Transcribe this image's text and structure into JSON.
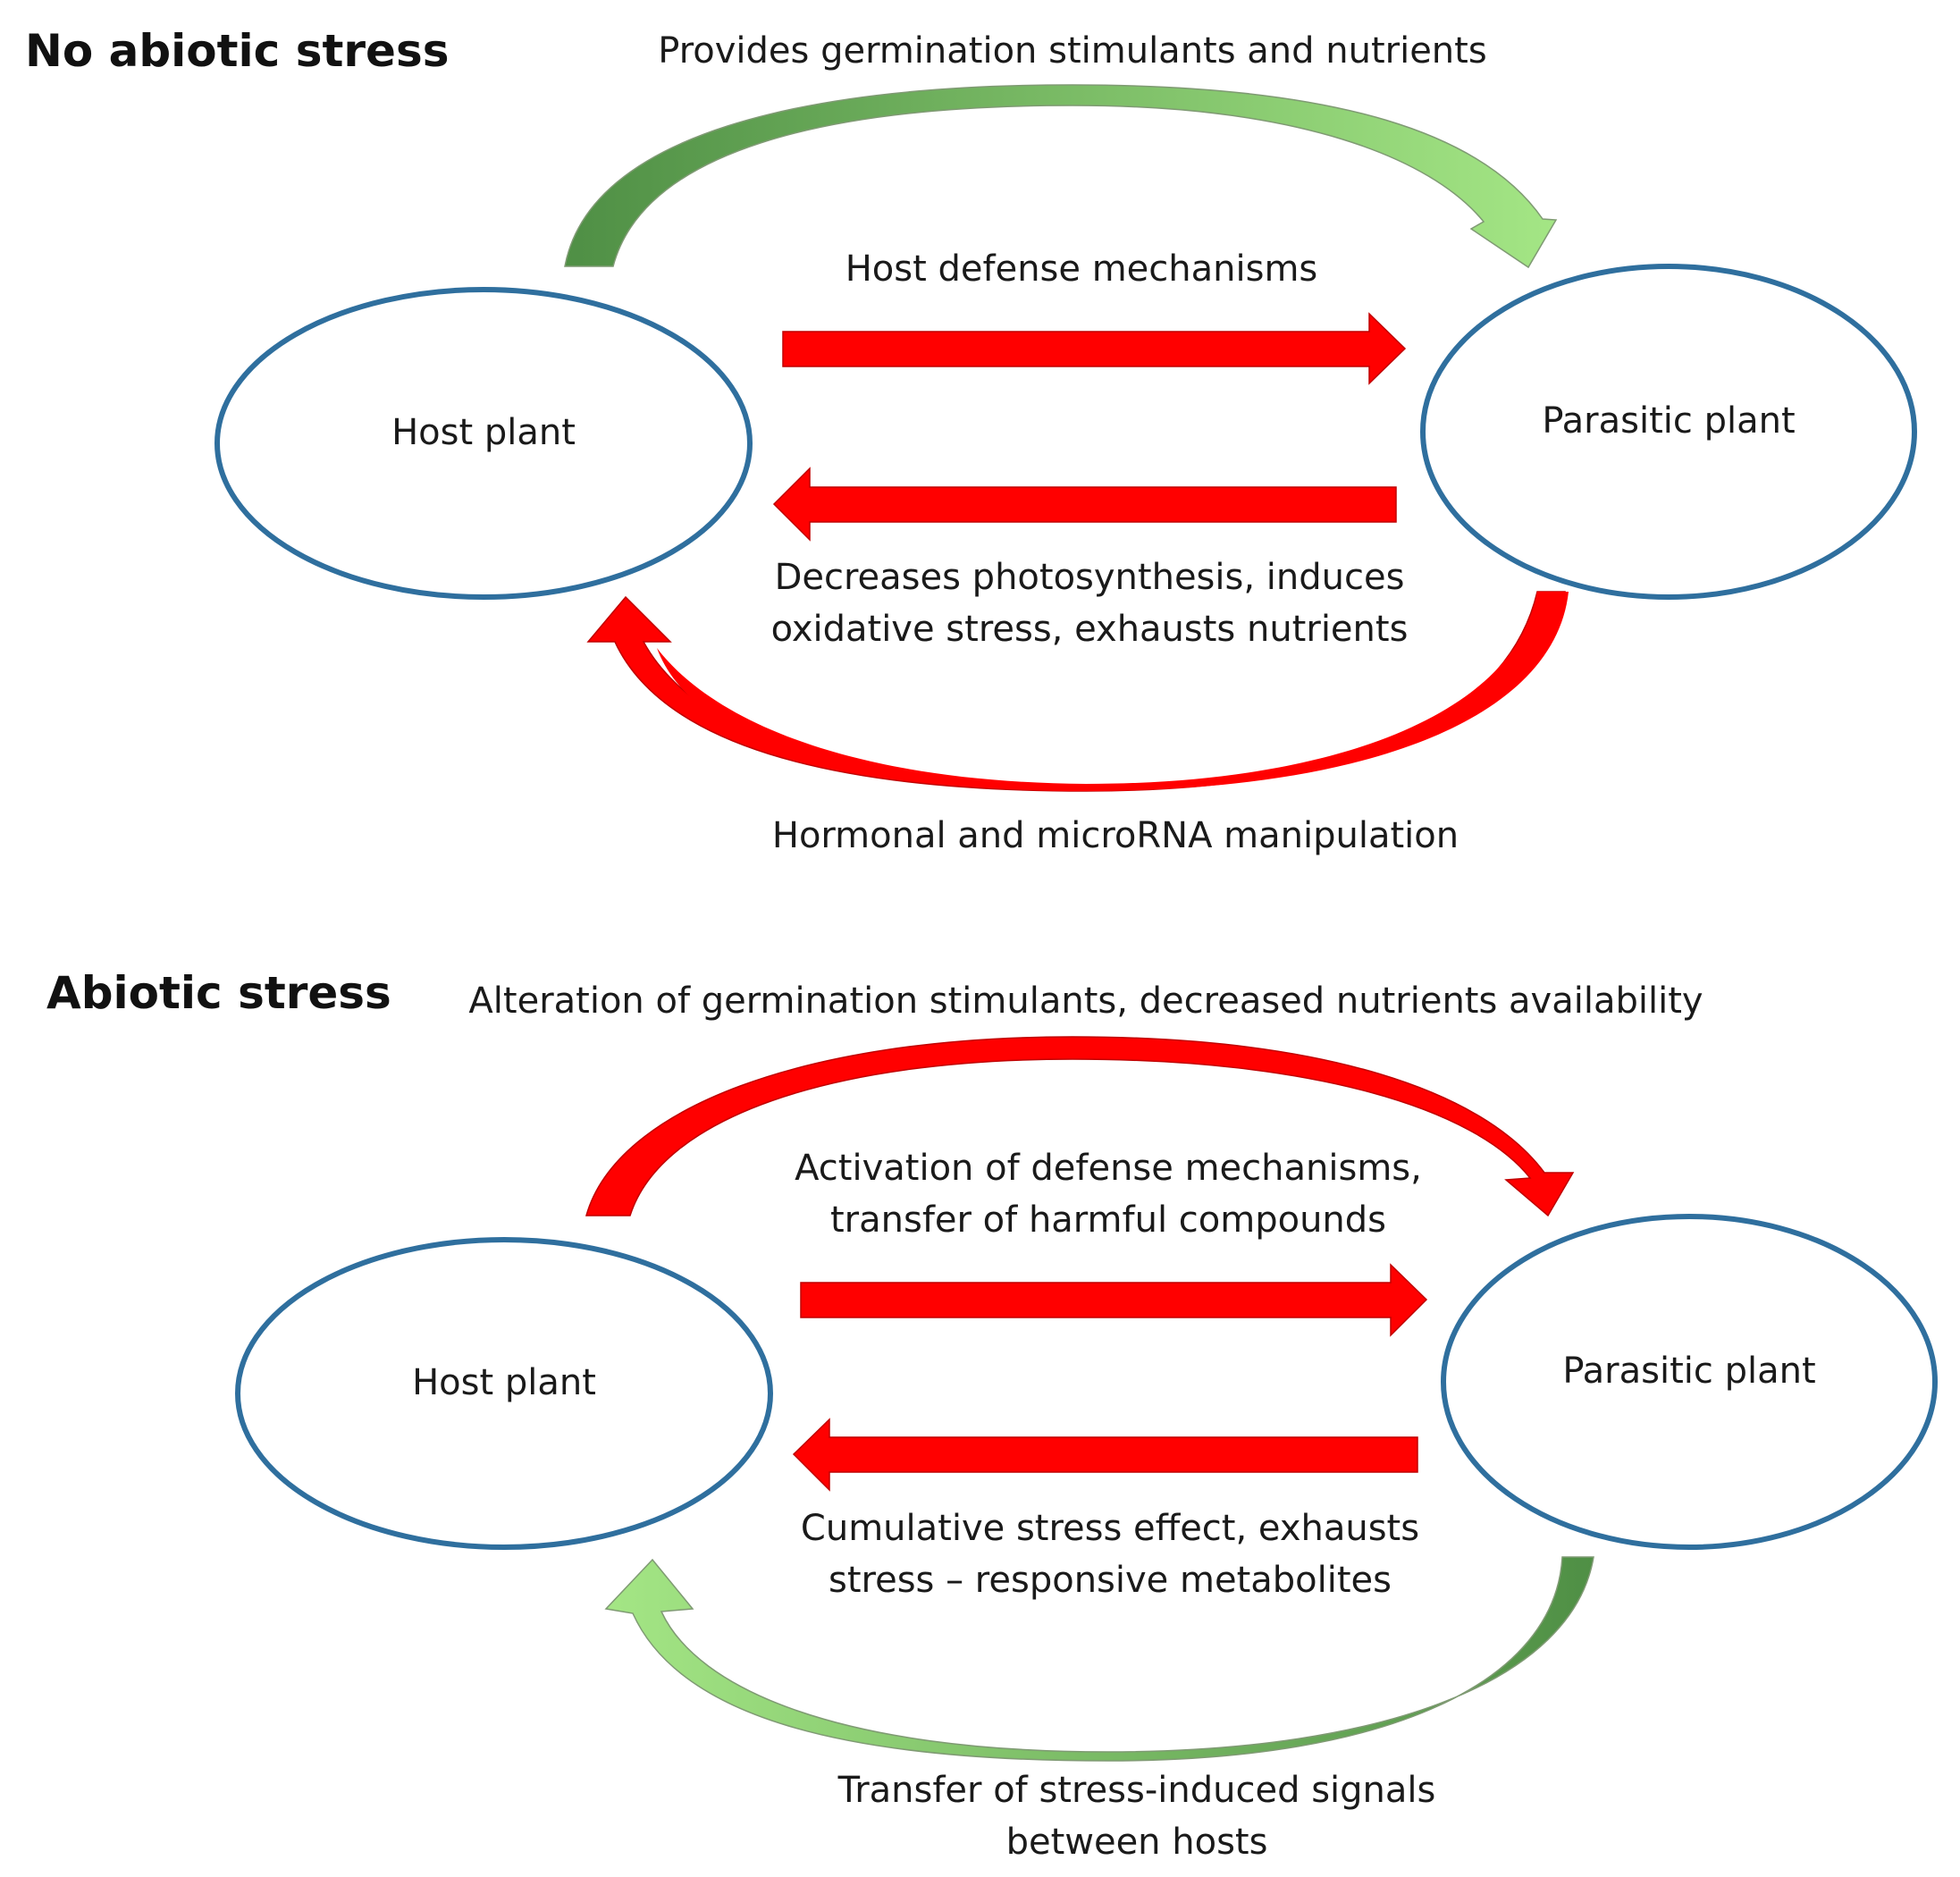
{
  "colors": {
    "ellipse_stroke": "#2f6f9e",
    "red_arrow": "#ff0000",
    "green_dark": "#4f8f45",
    "green_light": "#9ee07f"
  },
  "panel_top": {
    "title": "No abiotic stress",
    "host_label": "Host plant",
    "parasite_label": "Parasitic plant",
    "top_arc_label": "Provides germination stimulants and nutrients",
    "forward_label": "Host defense mechanisms",
    "backward_label_lines": [
      "Decreases photosynthesis, induces",
      "oxidative stress, exhausts nutrients"
    ],
    "bottom_arc_label": "Hormonal  and microRNA manipulation"
  },
  "panel_bottom": {
    "title": "Abiotic stress",
    "host_label": "Host plant",
    "parasite_label": "Parasitic plant",
    "top_arc_label": "Alteration of germination stimulants, decreased nutrients availability",
    "forward_label_lines": [
      "Activation of defense mechanisms,",
      "transfer of harmful  compounds"
    ],
    "backward_label_lines": [
      "Cumulative stress effect, exhausts",
      "stress – responsive metabolites"
    ],
    "bottom_arc_label_lines": [
      "Transfer of stress-induced signals",
      "between hosts"
    ]
  }
}
